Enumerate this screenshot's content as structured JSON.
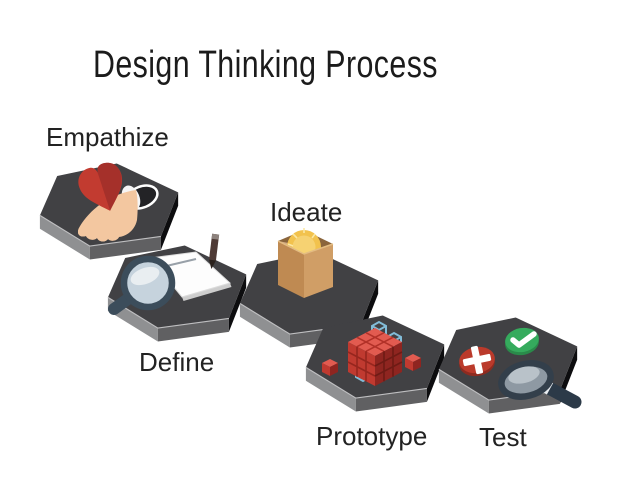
{
  "title": "Design Thinking Process",
  "stages": [
    {
      "label": "Empathize",
      "icon": "hand-holding-heart"
    },
    {
      "label": "Define",
      "icon": "magnifier-paper-pencil"
    },
    {
      "label": "Ideate",
      "icon": "open-box-lightbulb"
    },
    {
      "label": "Prototype",
      "icon": "red-building-blocks"
    },
    {
      "label": "Test",
      "icon": "plus-check-magnifier"
    }
  ],
  "colors": {
    "background": "#ffffff",
    "text": "#1c1c1c",
    "platform_top": "#414144",
    "platform_left_side": "#8f9092",
    "platform_front_side": "#606062",
    "platform_right_side": "#0d0d0f",
    "heart_red": "#c23b30",
    "heart_red_dark": "#a5302a",
    "hand_skin": "#f3c7a0",
    "magnifier_slate": "#3c4d5b",
    "lens_blue": "#c6d3dd",
    "paper_white": "#fdfdfd",
    "pencil_brown": "#4e3a35",
    "box_tan_left": "#bf8a52",
    "box_tan_right": "#d09e66",
    "box_inner_dark": "#8a653c",
    "bulb_yellow": "#f2c24d",
    "cube_red_top": "#e25b50",
    "cube_red_left": "#c03a30",
    "cube_red_right": "#8f2520",
    "wireframe_blue": "#82bcd8",
    "plus_red": "#bb3a2b",
    "check_green": "#35ab5d",
    "test_lens_gray": "#8e99a3"
  }
}
